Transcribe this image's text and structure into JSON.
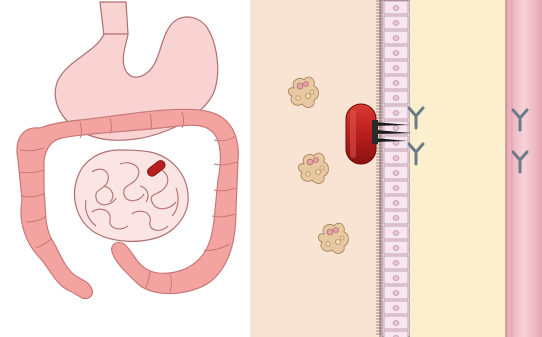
{
  "diagram": {
    "left_panel": {
      "organs": [
        "stomach",
        "small-intestine",
        "large-intestine",
        "capsule"
      ]
    },
    "right_panel": {
      "layers": [
        "intestinal-lumen",
        "epithelium",
        "lamina-propria",
        "blood-vessel-wall"
      ],
      "particles": 3,
      "capsule_needles": 3,
      "antibodies_near_capsule": 2,
      "antibodies_in_vessel": 2
    },
    "colors": {
      "organ_fill": "#f4a4a0",
      "organ_outline": "#c87878",
      "stomach_fill": "#f9d2d2",
      "lumen": "#f9e4d4",
      "epithelium": "#f4dde8",
      "lamina": "#fbefcd",
      "vessel": "#f2c4cc",
      "capsule": "#b81e1e",
      "antibody": "#6b7c88"
    }
  }
}
